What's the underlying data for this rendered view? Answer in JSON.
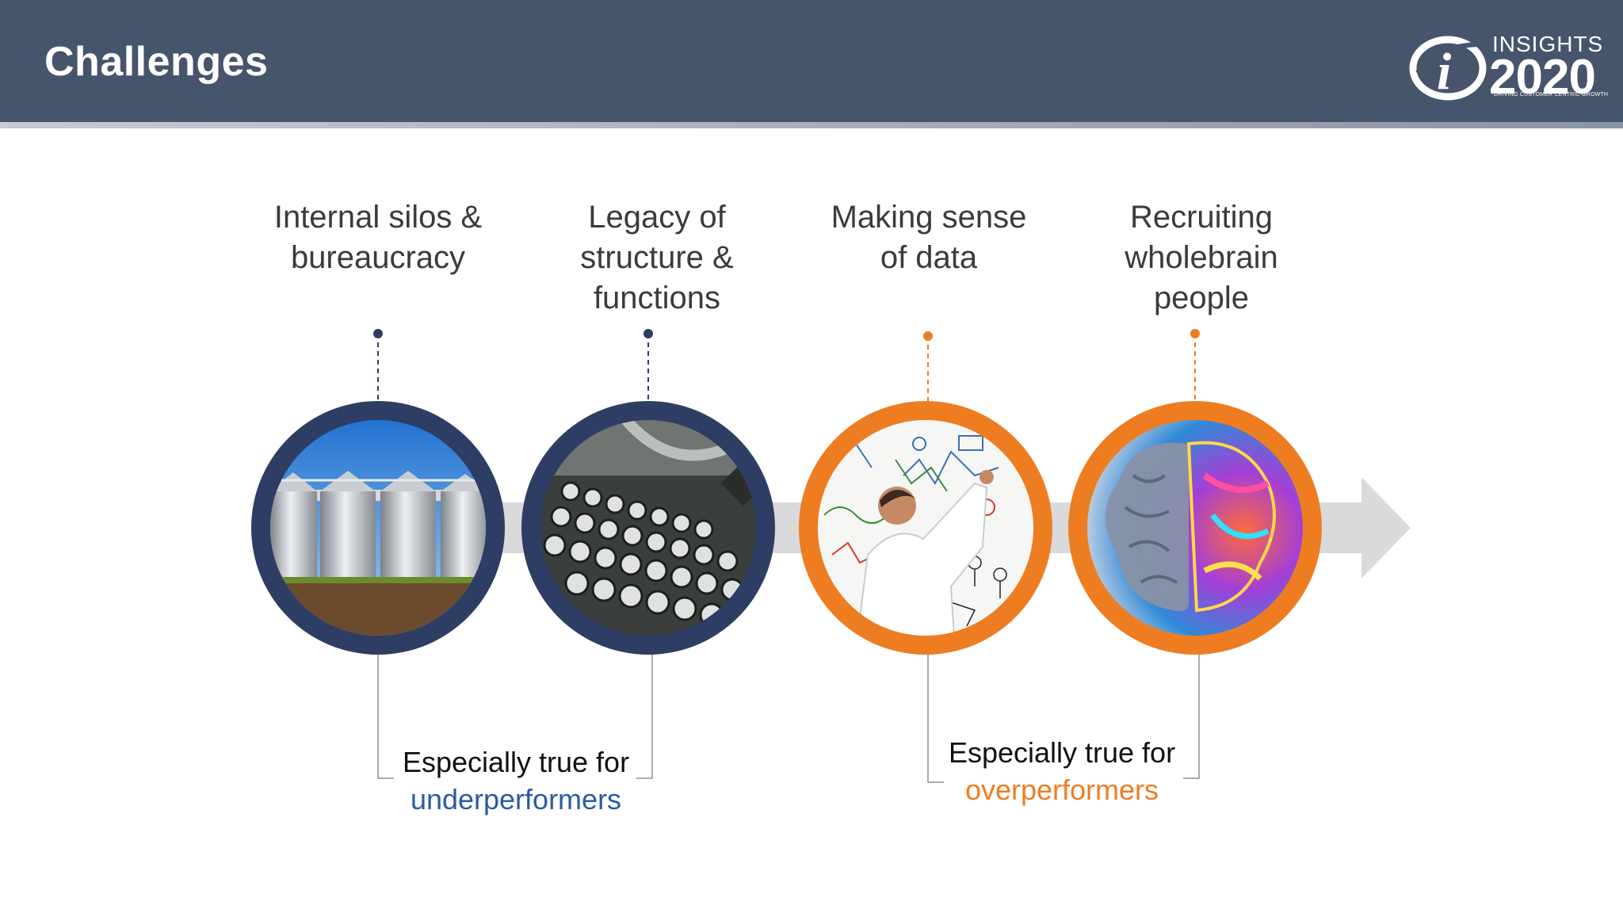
{
  "header": {
    "title": "Challenges",
    "logo": {
      "top_text": "INSIGHTS",
      "year": "2020",
      "tagline": "DRIVING CUSTOMER CENTRIC GROWTH",
      "mark": "i"
    }
  },
  "colors": {
    "header_bg": "#46546c",
    "navy_ring": "#2e3d63",
    "orange_ring": "#ee7d22",
    "arrow": "#dadada",
    "underperformers_text": "#2b5aa8",
    "overperformers_text": "#ee7d22"
  },
  "challenges": [
    {
      "label_lines": [
        "Internal silos &",
        "bureaucracy"
      ],
      "image": "grain-silos-photo",
      "ring": "navy"
    },
    {
      "label_lines": [
        "Legacy of",
        "structure &",
        "functions"
      ],
      "image": "typewriter-keys-photo",
      "ring": "navy"
    },
    {
      "label_lines": [
        "Making sense",
        "of data"
      ],
      "image": "man-drawing-charts-photo",
      "ring": "orange"
    },
    {
      "label_lines": [
        "Recruiting",
        "wholebrain",
        "people"
      ],
      "image": "colorful-brain-photo",
      "ring": "orange"
    }
  ],
  "notes": [
    {
      "line1": "Especially true for",
      "line2": "underperformers"
    },
    {
      "line1": "Especially true for",
      "line2": "overperformers"
    }
  ]
}
